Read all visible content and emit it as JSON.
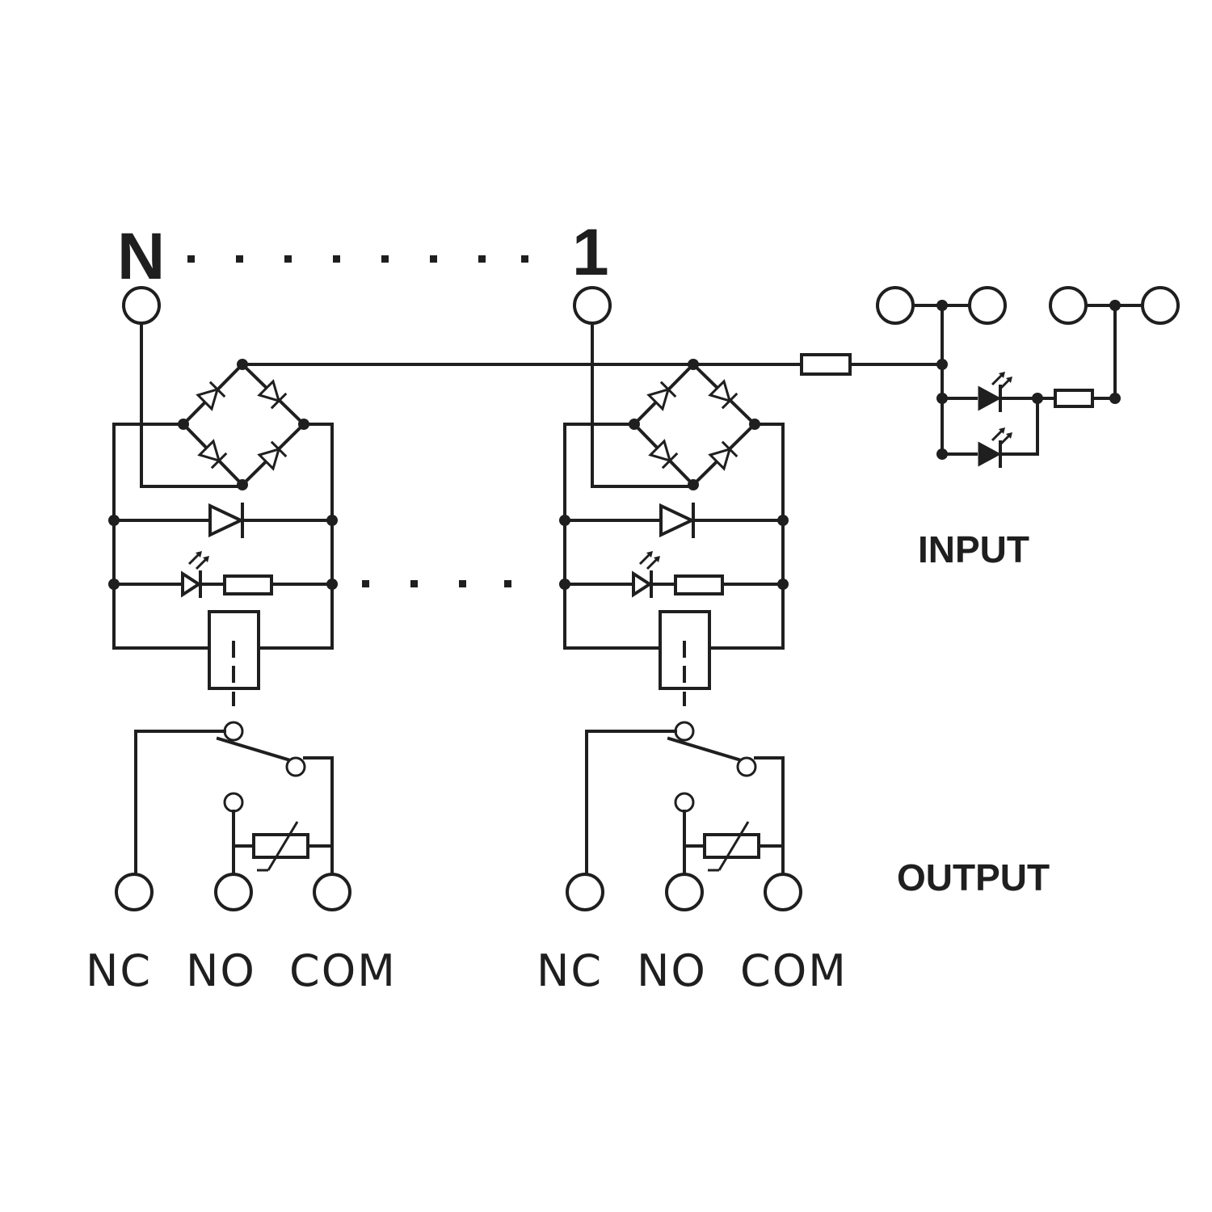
{
  "channels": {
    "left": {
      "label": "N",
      "terminals": [
        "NC",
        "NO",
        "COM"
      ]
    },
    "right": {
      "label": "1",
      "terminals": [
        "NC",
        "NO",
        "COM"
      ]
    }
  },
  "sections": {
    "input": "INPUT",
    "output": "OUTPUT"
  }
}
